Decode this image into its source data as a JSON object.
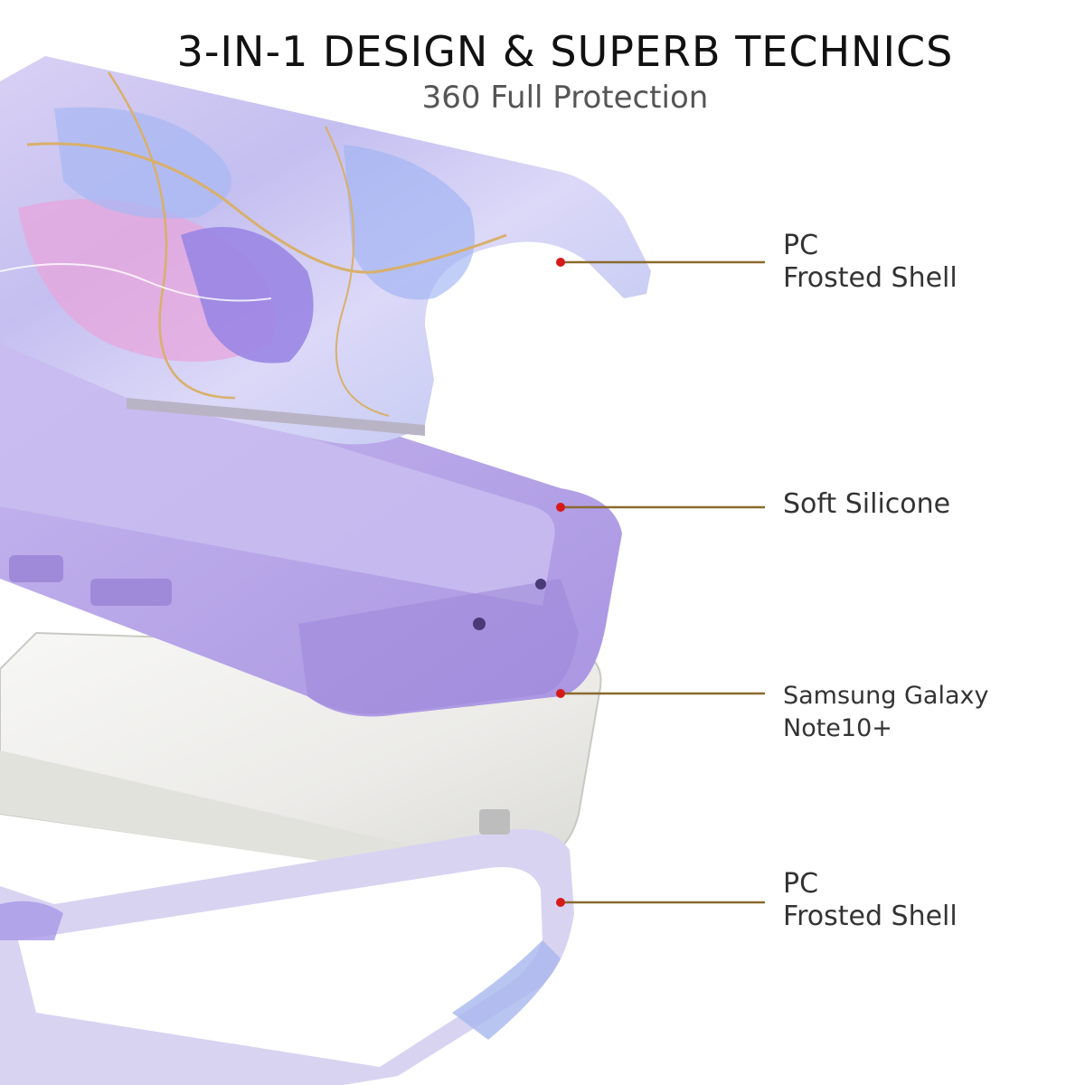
{
  "header": {
    "title": "3-IN-1 DESIGN & SUPERB TECHNICS",
    "subtitle": "360 Full Protection"
  },
  "callouts": [
    {
      "line1": "PC",
      "line2": "Frosted Shell"
    },
    {
      "line1": "Soft Silicone",
      "line2": ""
    },
    {
      "line1": "Samsung Galaxy Note10+",
      "line2": ""
    },
    {
      "line1": "PC",
      "line2": "Frosted Shell"
    }
  ],
  "colors": {
    "leader_line": "#8a6a2e",
    "marker_dot": "#d61a1a",
    "silicone": "#b6a2e8",
    "phone_body": "#f3f3f1",
    "marble_base": "#ece8f8"
  }
}
